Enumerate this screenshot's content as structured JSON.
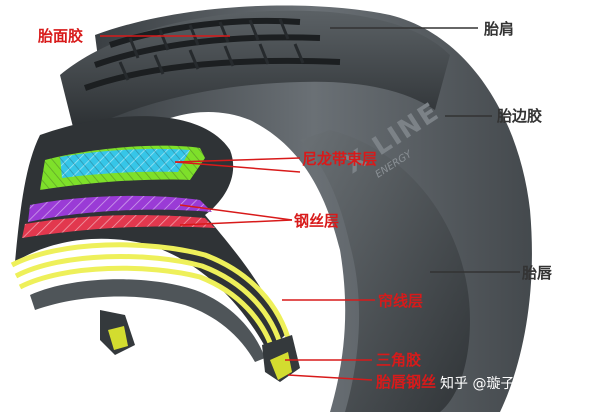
{
  "labels": {
    "tread": "胎面胶",
    "shoulder": "胎肩",
    "sidewall": "胎边胶",
    "nylon_belt": "尼龙带束层",
    "steel_belt": "钢丝层",
    "bead": "胎唇",
    "ply": "帘线层",
    "apex": "三角胶",
    "bead_wire": "胎唇钢丝"
  },
  "brand": {
    "line": "X LINE",
    "energy": "ENERGY"
  },
  "watermark": "知乎 @璇子讲汽车",
  "colors": {
    "label_red": "#d81a1a",
    "label_dark": "#333333",
    "nylon_green": "#7ee02a",
    "nylon_cyan": "#36c6e8",
    "steel_purple": "#9a3bd6",
    "steel_red": "#e2384e",
    "ply_yellow": "#eef05a",
    "rubber": "#2f3336"
  }
}
